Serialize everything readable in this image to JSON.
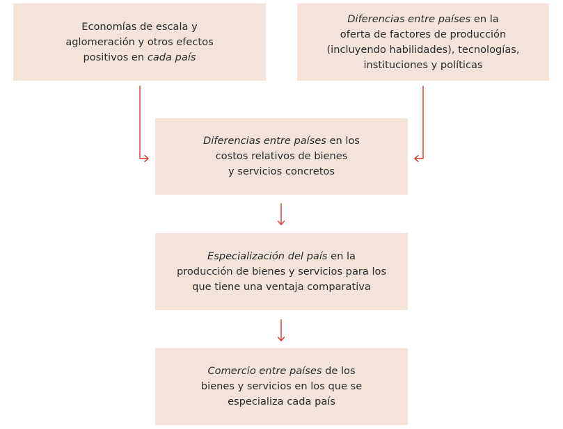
{
  "diagram": {
    "type": "flowchart",
    "colors": {
      "box_fill": "#f3e3d9",
      "arrow": "#d9342b",
      "text": "#2a2a2a",
      "background": "#ffffff"
    },
    "nodes": [
      {
        "id": "economies-of-scale",
        "lines": [
          [
            {
              "text": "Economías de escala y",
              "italic": false
            }
          ],
          [
            {
              "text": "aglomeración y otros efectos",
              "italic": false
            }
          ],
          [
            {
              "text": "positivos en ",
              "italic": false
            },
            {
              "text": "cada país",
              "italic": true
            }
          ]
        ]
      },
      {
        "id": "factor-differences",
        "lines": [
          [
            {
              "text": "Diferencias entre países",
              "italic": true
            },
            {
              "text": " en la",
              "italic": false
            }
          ],
          [
            {
              "text": "oferta de factores de producción",
              "italic": false
            }
          ],
          [
            {
              "text": "(incluyendo habilidades), tecnologías,",
              "italic": false
            }
          ],
          [
            {
              "text": "instituciones y políticas",
              "italic": false
            }
          ]
        ]
      },
      {
        "id": "relative-cost-differences",
        "lines": [
          [
            {
              "text": "Diferencias entre países",
              "italic": true
            },
            {
              "text": " en los",
              "italic": false
            }
          ],
          [
            {
              "text": "costos relativos de bienes",
              "italic": false
            }
          ],
          [
            {
              "text": "y servicios concretos",
              "italic": false
            }
          ]
        ]
      },
      {
        "id": "specialization",
        "lines": [
          [
            {
              "text": "Especialización del país",
              "italic": true
            },
            {
              "text": " en la",
              "italic": false
            }
          ],
          [
            {
              "text": "producción de bienes y servicios para los",
              "italic": false
            }
          ],
          [
            {
              "text": "que tiene una ventaja comparativa",
              "italic": false
            }
          ]
        ]
      },
      {
        "id": "trade",
        "lines": [
          [
            {
              "text": "Comercio entre países",
              "italic": true
            },
            {
              "text": " de los",
              "italic": false
            }
          ],
          [
            {
              "text": "bienes y servicios en los que se",
              "italic": false
            }
          ],
          [
            {
              "text": "especializa cada país",
              "italic": false
            }
          ]
        ]
      }
    ],
    "edges": [
      {
        "from": "economies-of-scale",
        "to": "relative-cost-differences"
      },
      {
        "from": "factor-differences",
        "to": "relative-cost-differences"
      },
      {
        "from": "relative-cost-differences",
        "to": "specialization"
      },
      {
        "from": "specialization",
        "to": "trade"
      }
    ]
  }
}
